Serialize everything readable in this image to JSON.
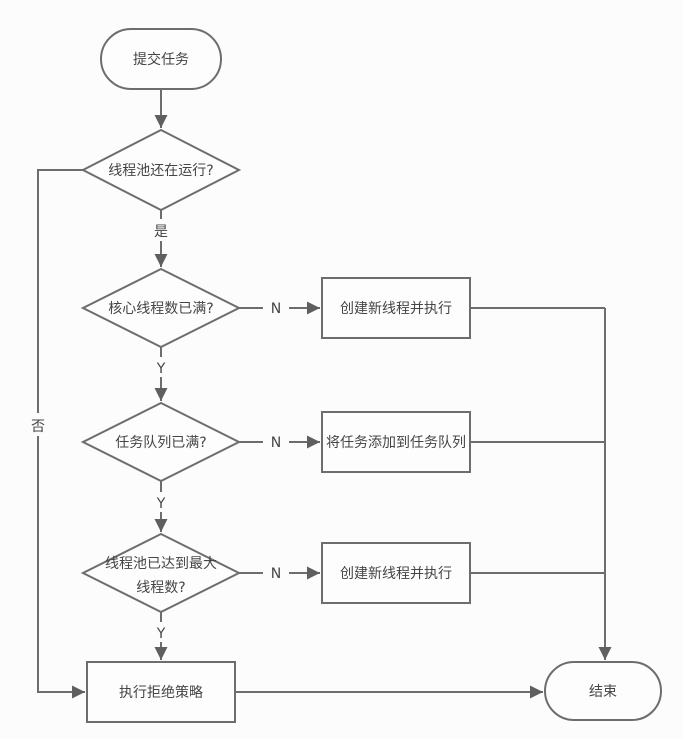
{
  "diagram": {
    "type": "flowchart",
    "topic": "thread-pool-task-submission",
    "colors": {
      "background": "#fcfcfc",
      "shape_fill": "#fdfdfd",
      "line": "#6d6d6d",
      "text": "#454545"
    },
    "nodes": {
      "start": {
        "label": "提交任务",
        "shape": "terminator"
      },
      "d_running": {
        "label": "线程池还在运行?",
        "shape": "decision"
      },
      "d_core": {
        "label": "核心线程数已满?",
        "shape": "decision"
      },
      "d_queue": {
        "label": "任务队列已满?",
        "shape": "decision"
      },
      "d_max": {
        "line1": "线程池已达到最大",
        "line2": "线程数?",
        "shape": "decision"
      },
      "r_create1": {
        "label": "创建新线程并执行",
        "shape": "process"
      },
      "r_addqueue": {
        "label": "将任务添加到任务队列",
        "shape": "process"
      },
      "r_create2": {
        "label": "创建新线程并执行",
        "shape": "process"
      },
      "r_reject": {
        "label": "执行拒绝策略",
        "shape": "process"
      },
      "end": {
        "label": "结束",
        "shape": "terminator"
      }
    },
    "edge_labels": {
      "yes_cn": "是",
      "no_cn": "否",
      "y1": "Y",
      "y2": "Y",
      "y3": "Y",
      "n1": "N",
      "n2": "N",
      "n3": "N"
    }
  }
}
